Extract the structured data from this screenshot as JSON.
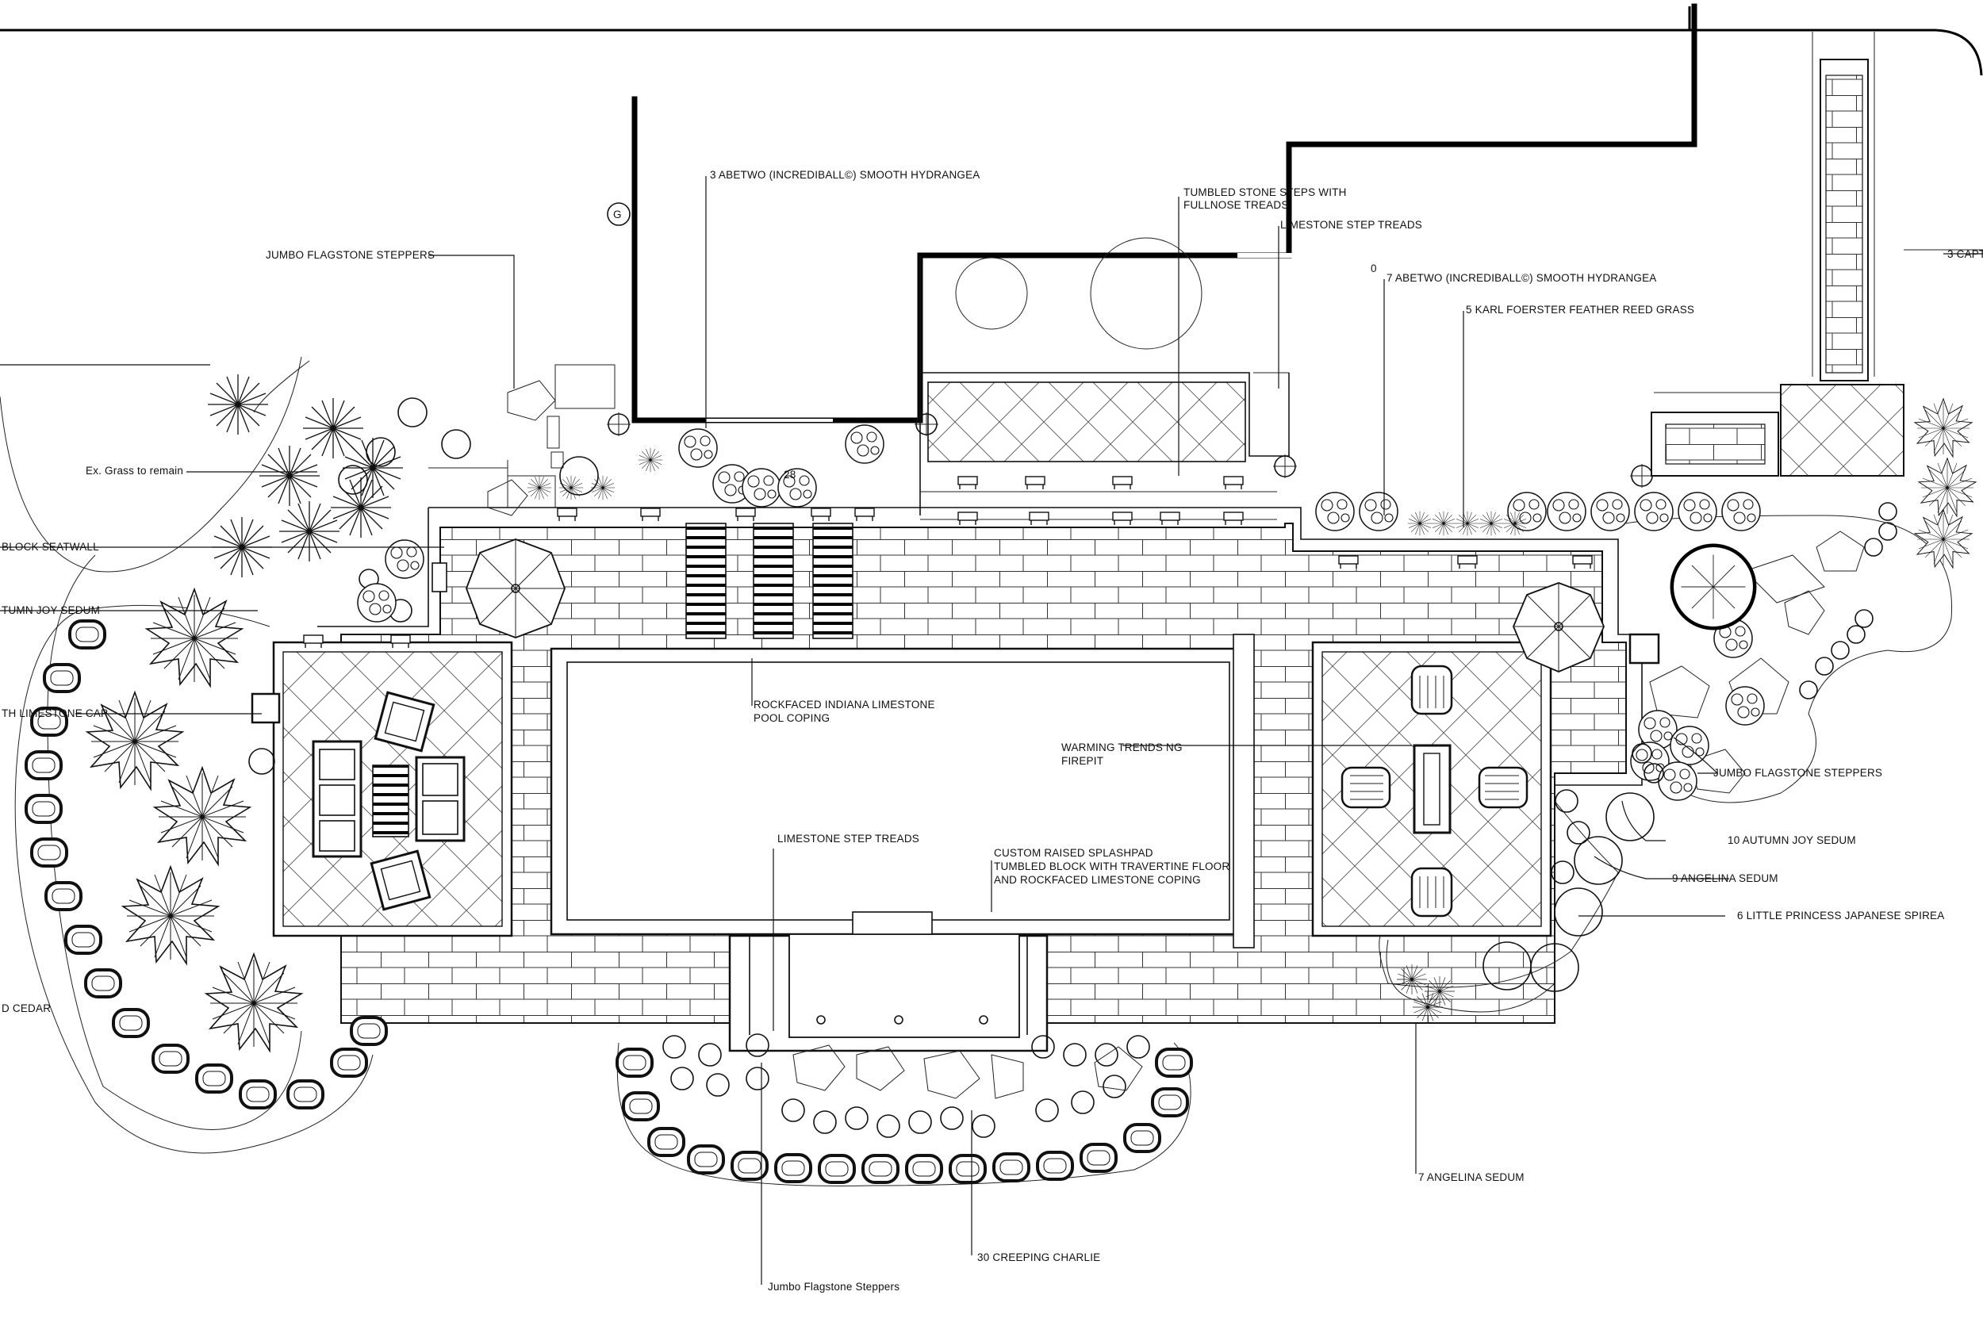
{
  "labels": {
    "hydrangea_3": "3 ABETWO (INCREDIBALL©) SMOOTH HYDRANGEA",
    "tumbled_steps": "TUMBLED STONE STEPS WITH",
    "tumbled_steps_2": "FULLNOSE TREADS",
    "limestone_treads_top": "LIMESTONE STEP TREADS",
    "hydrangea_7": "7 ABETWO (INCREDIBALL©) SMOOTH HYDRANGEA",
    "feather_reed": "5 KARL FOERSTER FEATHER REED GRASS",
    "capt": "3 CAPT",
    "flagstone_top": "JUMBO FLAGSTONE STEPPERS",
    "grass": "Ex. Grass to remain",
    "seatwall": "BLOCK SEATWALL",
    "autumn_left": "TUMN JOY SEDUM",
    "limestone_cap": "TH LIMESTONE CAP",
    "cedar": "D CEDAR",
    "pool_coping": "ROCKFACED INDIANA LIMESTONE",
    "pool_coping_2": "POOL COPING",
    "firepit": "WARMING TRENDS NG",
    "firepit_2": "FIREPIT",
    "limestone_treads_mid": "LIMESTONE STEP TREADS",
    "splashpad": "CUSTOM RAISED SPLASHPAD",
    "splashpad_2": "TUMBLED BLOCK WITH TRAVERTINE FLOOR",
    "splashpad_3": "AND ROCKFACED LIMESTONE COPING",
    "flagstone_right": "JUMBO FLAGSTONE STEPPERS",
    "autumn_10": "10 AUTUMN JOY SEDUM",
    "angelina_9": "9 ANGELINA SEDUM",
    "spirea_6": "6 LITTLE PRINCESS JAPANESE SPIREA",
    "angelina_7": "7 ANGELINA SEDUM",
    "creeping": "30 CREEPING CHARLIE",
    "flagstone_bottom": "Jumbo Flagstone Steppers"
  },
  "markers": {
    "gas": "G",
    "zero": "0",
    "spot": "28"
  }
}
